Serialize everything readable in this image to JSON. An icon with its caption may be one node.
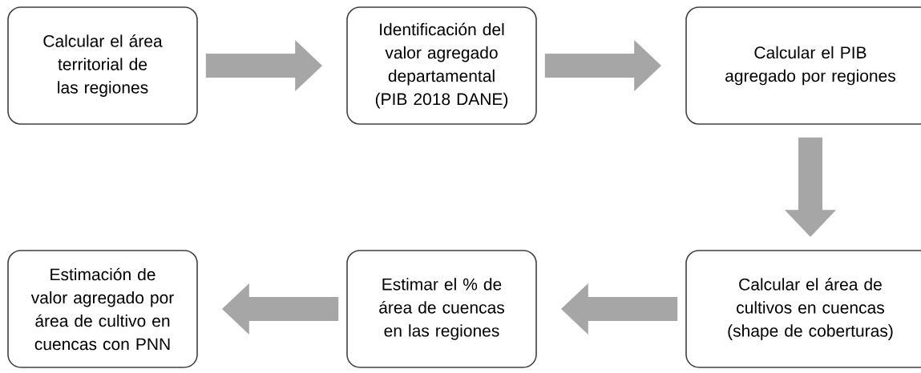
{
  "diagram": {
    "nodes": [
      {
        "text": [
          "Calcular el área territorial de las regiones"
        ]
      },
      {
        "text": [
          "Identificación del valor agregado departamental (PIB 2018 DANE)"
        ]
      },
      {
        "text": [
          "Calcular el PIB agregado por regiones"
        ]
      },
      {
        "text": [
          "Calcular el área de cultivos en cuencas (shape de coberturas)"
        ]
      },
      {
        "text": [
          "Estimar el % de área de cuencas en las regiones"
        ]
      },
      {
        "text": [
          "Estimación de valor agregado por área de cultivo en cuencas con PNN"
        ]
      }
    ],
    "edges": [
      {
        "from": 0,
        "to": 1,
        "arrow": "to"
      },
      {
        "from": 1,
        "to": 2,
        "arrow": "to"
      },
      {
        "from": 2,
        "to": 3,
        "arrow": "to"
      },
      {
        "from": 3,
        "to": 4,
        "arrow": "to"
      },
      {
        "from": 4,
        "to": 5,
        "arrow": "to"
      }
    ]
  }
}
